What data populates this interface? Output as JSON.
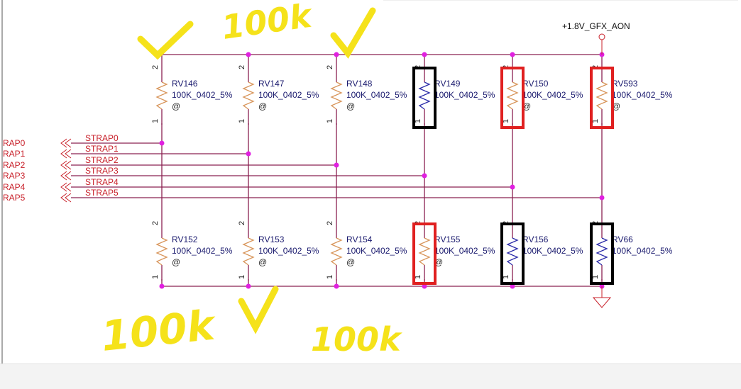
{
  "power_net": "+1.8V_GFX_AON",
  "straps": [
    {
      "net": "RAP0",
      "label": "STRAP0"
    },
    {
      "net": "RAP1",
      "label": "STRAP1"
    },
    {
      "net": "RAP2",
      "label": "STRAP2"
    },
    {
      "net": "RAP3",
      "label": "STRAP3"
    },
    {
      "net": "RAP4",
      "label": "STRAP4"
    },
    {
      "net": "RAP5",
      "label": "STRAP5"
    }
  ],
  "pins": {
    "top": "2",
    "bottom": "1"
  },
  "top_resistors": [
    {
      "ref": "RV146",
      "value": "100K_0402_5%",
      "mark": "@",
      "color": "#d8955a",
      "box": ""
    },
    {
      "ref": "RV147",
      "value": "100K_0402_5%",
      "mark": "@",
      "color": "#d8955a",
      "box": ""
    },
    {
      "ref": "RV148",
      "value": "100K_0402_5%",
      "mark": "@",
      "color": "#d8955a",
      "box": ""
    },
    {
      "ref": "RV149",
      "value": "100K_0402_5%",
      "mark": "",
      "color": "#2a2aa8",
      "box": "#000000"
    },
    {
      "ref": "RV150",
      "value": "100K_0402_5%",
      "mark": "@",
      "color": "#d8955a",
      "box": "#e02020"
    },
    {
      "ref": "RV593",
      "value": "100K_0402_5%",
      "mark": "@",
      "color": "#d8955a",
      "box": "#e02020"
    }
  ],
  "bottom_resistors": [
    {
      "ref": "RV152",
      "value": "100K_0402_5%",
      "mark": "@",
      "color": "#d8955a",
      "box": ""
    },
    {
      "ref": "RV153",
      "value": "100K_0402_5%",
      "mark": "@",
      "color": "#d8955a",
      "box": ""
    },
    {
      "ref": "RV154",
      "value": "100K_0402_5%",
      "mark": "@",
      "color": "#d8955a",
      "box": ""
    },
    {
      "ref": "RV155",
      "value": "100K_0402_5%",
      "mark": "@",
      "color": "#d8955a",
      "box": "#e02020"
    },
    {
      "ref": "RV156",
      "value": "100K_0402_5%",
      "mark": "",
      "color": "#2a2aa8",
      "box": "#000000"
    },
    {
      "ref": "RV66",
      "value": "100K_0402_5%",
      "mark": "",
      "color": "#2a2aa8",
      "box": "#000000"
    }
  ],
  "annotations": {
    "top_middle": "100k",
    "bottom_left": "100k",
    "bottom_middle": "100k"
  },
  "colors": {
    "wire": "#8a2050",
    "junction": "#e020e0",
    "net_label": "#c8202a",
    "highlight": "#f5e21a"
  }
}
